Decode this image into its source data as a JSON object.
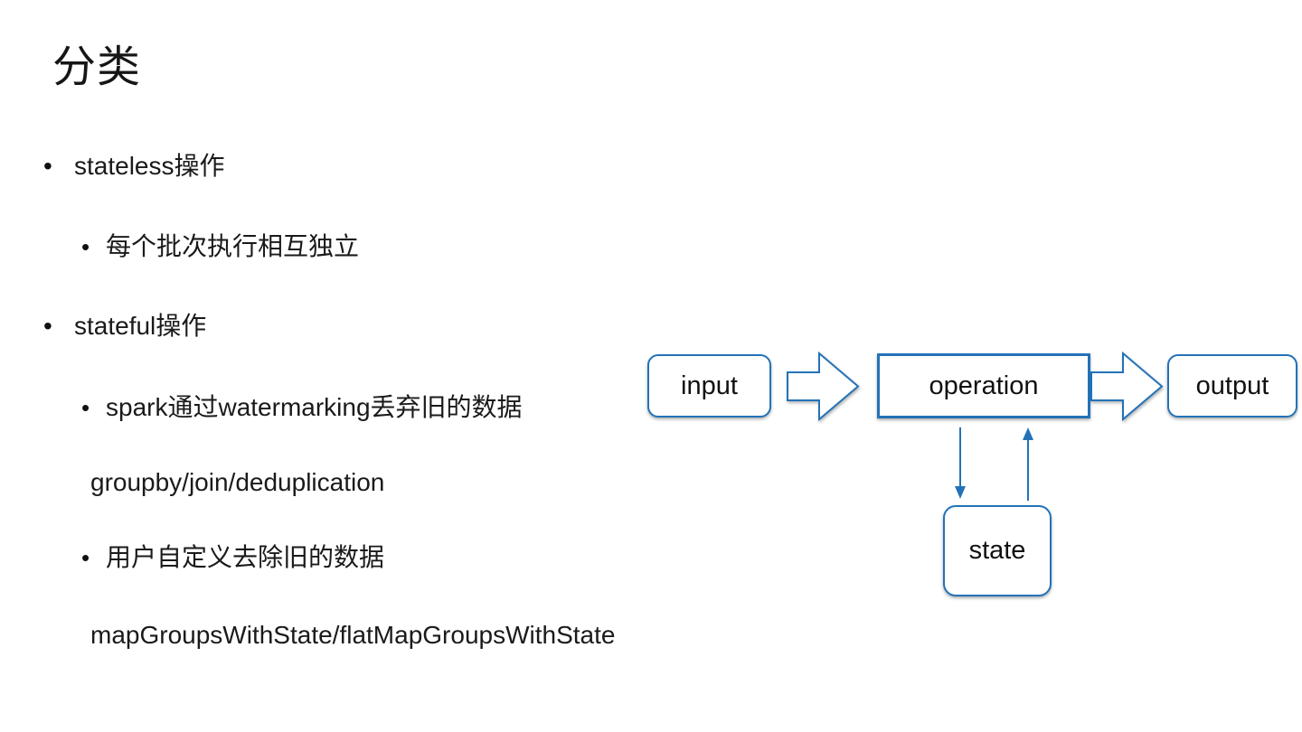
{
  "slide": {
    "title": "分类",
    "bullet_char": "•",
    "bullets": [
      {
        "level": 1,
        "text": "stateless操作"
      },
      {
        "level": 2,
        "text": "每个批次执行相互独立"
      },
      {
        "level": 1,
        "text": "stateful操作"
      },
      {
        "level": 2,
        "text": "spark通过watermarking丢弃旧的数据"
      },
      {
        "level": 3,
        "text": "groupby/join/deduplication"
      },
      {
        "level": 2,
        "text": "用户自定义去除旧的数据"
      },
      {
        "level": 3,
        "text": "mapGroupsWithState/flatMapGroupsWithState"
      }
    ]
  },
  "diagram": {
    "accent_color": "#2372b8",
    "nodes": {
      "input": "input",
      "operation": "operation",
      "output": "output",
      "state": "state"
    }
  }
}
